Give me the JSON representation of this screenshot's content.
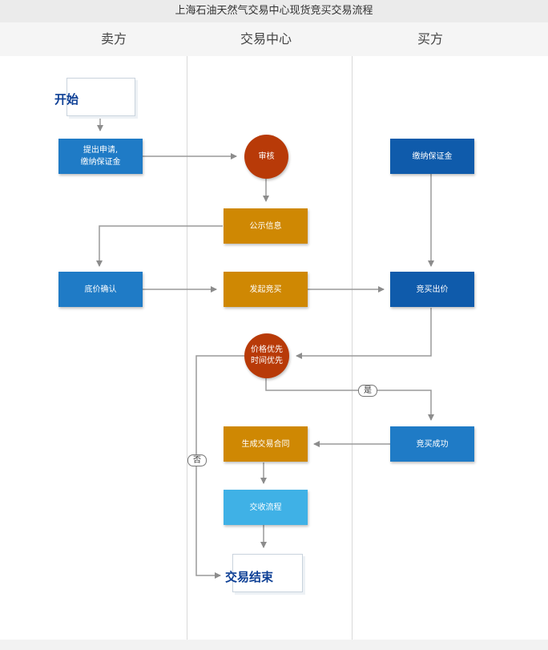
{
  "title": "上海石油天然气交易中心现货竞买交易流程",
  "lanes": [
    "卖方",
    "交易中心",
    "买方"
  ],
  "nodes": {
    "start": "开始",
    "apply": "提出申请,\n缴纳保证金",
    "review": "审核",
    "publish": "公示信息",
    "buyer_deposit": "缴纳保证金",
    "reserve": "底价确认",
    "launch": "发起竞买",
    "bid": "竞买出价",
    "priority": "价格优先\n时间优先",
    "success": "竞买成功",
    "contract": "生成交易合同",
    "delivery": "交收流程",
    "end": "交易结束"
  },
  "edge_labels": {
    "yes": "是",
    "no": "否"
  },
  "colors": {
    "seller_blue": "#1f7bc6",
    "buyer_blue": "#0f5bab",
    "center_orange": "#cf8803",
    "delivery_blue": "#3fb1e6",
    "decision_red": "#b83a08"
  }
}
